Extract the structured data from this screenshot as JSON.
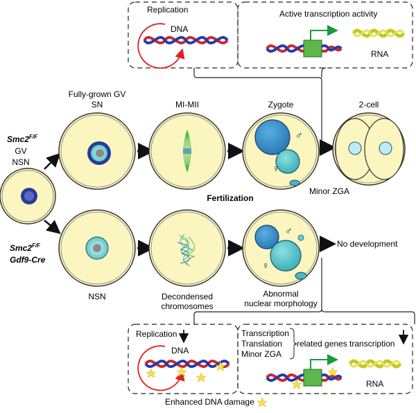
{
  "top_panel": {
    "replication_label": "Replication",
    "dna_label": "DNA",
    "transcription_label": "Active transcription activity",
    "rna_label": "RNA"
  },
  "stages": {
    "fully_grown": "Fully-grown GV",
    "sn": "SN",
    "mi_mii": "MI-MII",
    "zygote": "Zygote",
    "two_cell": "2-cell",
    "gv": "GV",
    "nsn_left": "NSN",
    "nsn_bottom": "NSN",
    "decondensed_1": "Decondensed",
    "decondensed_2": "chromosomes",
    "abnormal_1": "Abnormal",
    "abnormal_2": "nuclear morphology",
    "fertilization": "Fertilization",
    "minor_zga": "Minor ZGA",
    "no_development": "No development",
    "male_symbol": "♂",
    "female_symbol": "♀"
  },
  "genotypes": {
    "control_gene": "Smc2",
    "control_sup": "F/F",
    "mutant_gene": "Smc2",
    "mutant_sup": "F/F",
    "mutant_cre": "Gdf9-Cre"
  },
  "bottom_panel": {
    "replication_label": "Replication",
    "dna_label": "DNA",
    "transcription": "Transcription",
    "translation": "Translation",
    "minor_zga": "Minor ZGA",
    "related_genes": "-related genes transcription",
    "rna_label": "RNA",
    "damage_label": "Enhanced DNA damage"
  },
  "colors": {
    "oocyte_fill": "#fbf5c0",
    "nucleus_blue": "#2a3a9a",
    "nucleus_teal": "#5bc4c8",
    "pronucleus_blue": "#2a8ac8",
    "arrow_red": "#e02020",
    "arrow_green": "#1a9a3a",
    "promoter_green": "#5cb84a",
    "rna_yellow": "#c8c81a",
    "star_yellow": "#f5e04a"
  }
}
